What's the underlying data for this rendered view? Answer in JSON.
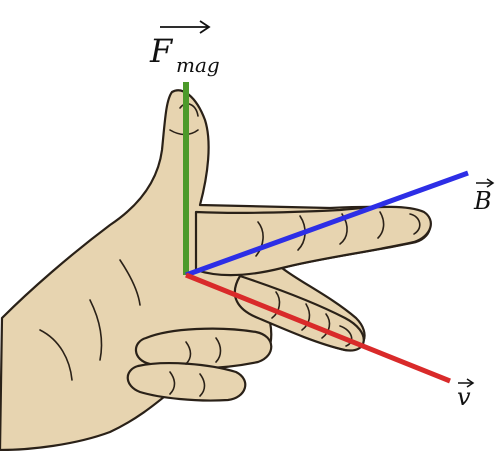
{
  "diagram": {
    "vectors": [
      {
        "id": "fmag",
        "symbol": "F",
        "subscript": "mag",
        "color": "#4c9a2a"
      },
      {
        "id": "b",
        "symbol": "B",
        "color": "#2d2ee6"
      },
      {
        "id": "v",
        "symbol": "v",
        "color": "#d92a2a"
      }
    ],
    "colors": {
      "skin": "#e7d4b0",
      "outline": "#2a2118",
      "arrow_mark": "#111111"
    }
  }
}
